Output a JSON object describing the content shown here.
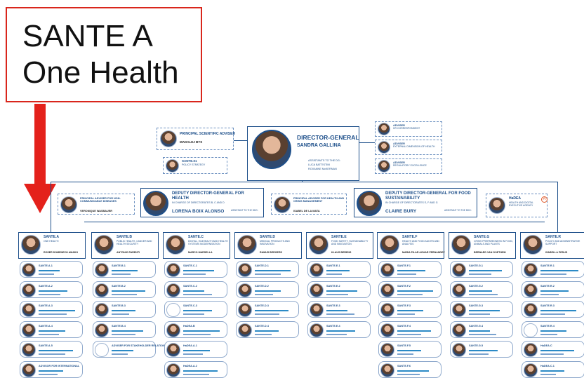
{
  "callout": {
    "line1": "SANTE A",
    "line2": "One Health"
  },
  "colors": {
    "accent": "#e4211b",
    "org_blue": "#1d4f8a"
  },
  "top": {
    "dg_title": "DIRECTOR-GENERAL",
    "dg_name": "SANDRA GALLINA",
    "dg_assistants_label": "ASSISTANTS TO THE DG:",
    "dg_assistant_1": "LUCA BATTISTINI",
    "dg_assistant_2": "ROXANNE McKERNAN",
    "psa_title": "PRINCIPAL SCIENTIFIC ADVISER",
    "psa_name": "MADALEJ BYS",
    "sante01_code": "SANTE.01",
    "sante01_title": "POLICY STRATEGY",
    "advisers": [
      {
        "title": "ADVISER",
        "sub": "HR CORRESPONDENT"
      },
      {
        "title": "ADVISER",
        "sub": "EXTERNAL DIMENSION OF HEALTH"
      },
      {
        "title": "ADVISER",
        "sub": "REGULATORY EXCELLENCE"
      }
    ]
  },
  "ddg1": {
    "title": "DEPUTY DIRECTOR-GENERAL FOR HEALTH",
    "sub": "IN CHARGE OF DIRECTORATES B, C AND D",
    "name": "LORENA BOIX ALONSO",
    "assist": "ASSISTANT TO THE DDG:"
  },
  "ddg2": {
    "title": "DEPUTY DIRECTOR-GENERAL FOR FOOD SUSTAINABILITY",
    "sub": "IN CHARGE OF DIRECTORATES E, F AND G",
    "name": "CLAIRE BURY",
    "assist": "ASSISTANT TO THE DDG:"
  },
  "pa_ncd": {
    "title": "PRINCIPAL ADVISER FOR NON-COMMUNICABLE DISEASES",
    "name": "VERONIQUE WASBAUER"
  },
  "pa_crisis": {
    "title": "PRINCIPAL ADVISER FOR HEALTH AND CRISIS MANAGEMENT",
    "name": "ISABEL DE LA MATA"
  },
  "hadea": {
    "title": "HaDEA",
    "sub": "HEALTH AND DIGITAL EXECUTIVE AGENCY",
    "badge": "A"
  },
  "directorates": [
    {
      "code": "SANTE.A",
      "title": "ONE HEALTH",
      "head": "ROSER DOMENECH AMADO"
    },
    {
      "code": "SANTE.B",
      "title": "PUBLIC HEALTH, CANCER AND HEALTH SECURITY",
      "head": "ANTONIO PARENTI"
    },
    {
      "code": "SANTE.C",
      "title": "DIGITAL, EU4HEALTH AND HEALTH SYSTEMS MODERNISATION",
      "head": "MARCO MARSELLA"
    },
    {
      "code": "SANTE.D",
      "title": "MEDICAL PRODUCTS AND INNOVATION",
      "head": "RAMUS BERGERS"
    },
    {
      "code": "SANTE.E",
      "title": "FOOD SAFETY, SUSTAINABILITY AND INNOVATION",
      "head": "KLAUS BERENS"
    },
    {
      "code": "SANTE.F",
      "title": "HEALTH AND FOOD AUDITS AND ANALYSIS",
      "head": "MARIA PILAR AGUAR FERNANDEZ"
    },
    {
      "code": "SANTE.G",
      "title": "CRISIS PREPAREDNESS IN FOOD, ANIMALS AND PLANTS",
      "head": "BERNARD VAN GOETHEM"
    },
    {
      "code": "SANTE.R",
      "title": "POLICY AND ADMINISTRATIVE SUPPORT",
      "head": "ISABELLA PEDUS"
    }
  ],
  "units": [
    [
      "SANTE.A.1",
      "SANTE.A.2",
      "SANTE.A.3",
      "SANTE.A.4",
      "SANTE.A.5",
      "ADVISOR FOR INTERNATIONAL"
    ],
    [
      "SANTE.B.1",
      "SANTE.B.2",
      "SANTE.B.3",
      "SANTE.B.4",
      "ADVISER FOR STAKEHOLDER RELATIONS"
    ],
    [
      "SANTE.C.1",
      "SANTE.C.2",
      "SANTE.C.3",
      "HaDEA.B",
      "HaDEA.A.1",
      "HaDEA.A.2"
    ],
    [
      "SANTE.D.1",
      "SANTE.D.2",
      "SANTE.D.3",
      "SANTE.D.4"
    ],
    [
      "SANTE.E.1",
      "SANTE.E.2",
      "SANTE.E.3",
      "SANTE.E.4"
    ],
    [
      "SANTE.F.1",
      "SANTE.F.2",
      "SANTE.F.3",
      "SANTE.F.4",
      "SANTE.F.5",
      "SANTE.F.6"
    ],
    [
      "SANTE.G.1",
      "SANTE.G.2",
      "SANTE.G.3",
      "SANTE.G.4",
      "SANTE.G.5"
    ],
    [
      "SANTE.R.1",
      "SANTE.R.2",
      "SANTE.R.3",
      "SANTE.R.4",
      "HaDEA.C",
      "HaDEA.C.1"
    ]
  ]
}
